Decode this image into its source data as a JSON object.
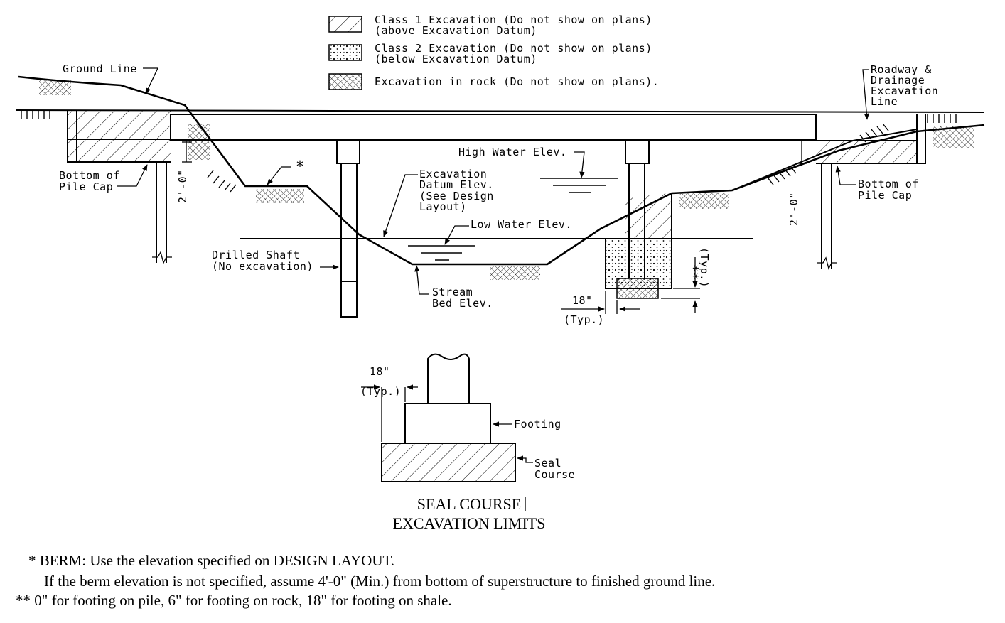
{
  "legend": {
    "class1_line1": "Class 1 Excavation (Do not show on plans)",
    "class1_line2": "(above Excavation Datum)",
    "class2_line1": "Class 2 Excavation (Do not show on plans)",
    "class2_line2": "(below Excavation Datum)",
    "rock": "Excavation in rock (Do not show on plans)."
  },
  "labels": {
    "ground_line": "Ground Line",
    "roadway_1": "Roadway &",
    "roadway_2": "Drainage",
    "roadway_3": "Excavation",
    "roadway_4": "Line",
    "bottom_pile_cap_left_1": "Bottom of",
    "bottom_pile_cap_left_2": "Pile Cap",
    "bottom_pile_cap_right_1": "Bottom of",
    "bottom_pile_cap_right_2": "Pile Cap",
    "two_ft_left": "2'-0\"",
    "two_ft_right": "2'-0\"",
    "berm_star": "*",
    "excavation_datum_1": "Excavation",
    "excavation_datum_2": "Datum Elev.",
    "excavation_datum_3": "(See Design",
    "excavation_datum_4": "Layout)",
    "high_water": "High Water Elev.",
    "low_water": "Low Water Elev.",
    "drilled_shaft_1": "Drilled Shaft",
    "drilled_shaft_2": "(No excavation)",
    "stream_bed_1": "Stream",
    "stream_bed_2": "Bed Elev.",
    "dim_18_main": "18\"",
    "dim_typ_main": "(Typ.)",
    "double_star": "**",
    "typ_vertical": "(Typ.)"
  },
  "detail": {
    "dim_18": "18\"",
    "dim_typ": "(Typ.)",
    "footing": "Footing",
    "seal_1": "Seal",
    "seal_2": "Course",
    "title_1": "SEAL COURSE",
    "title_2": "EXCAVATION LIMITS"
  },
  "notes": {
    "line1": "* BERM: Use the elevation specified on DESIGN LAYOUT.",
    "line2": "If the berm elevation is not specified, assume 4'-0\" (Min.) from bottom of superstructure to finished ground line.",
    "line3": "** 0\" for footing on pile, 6\" for footing on rock, 18\" for footing on shale."
  }
}
